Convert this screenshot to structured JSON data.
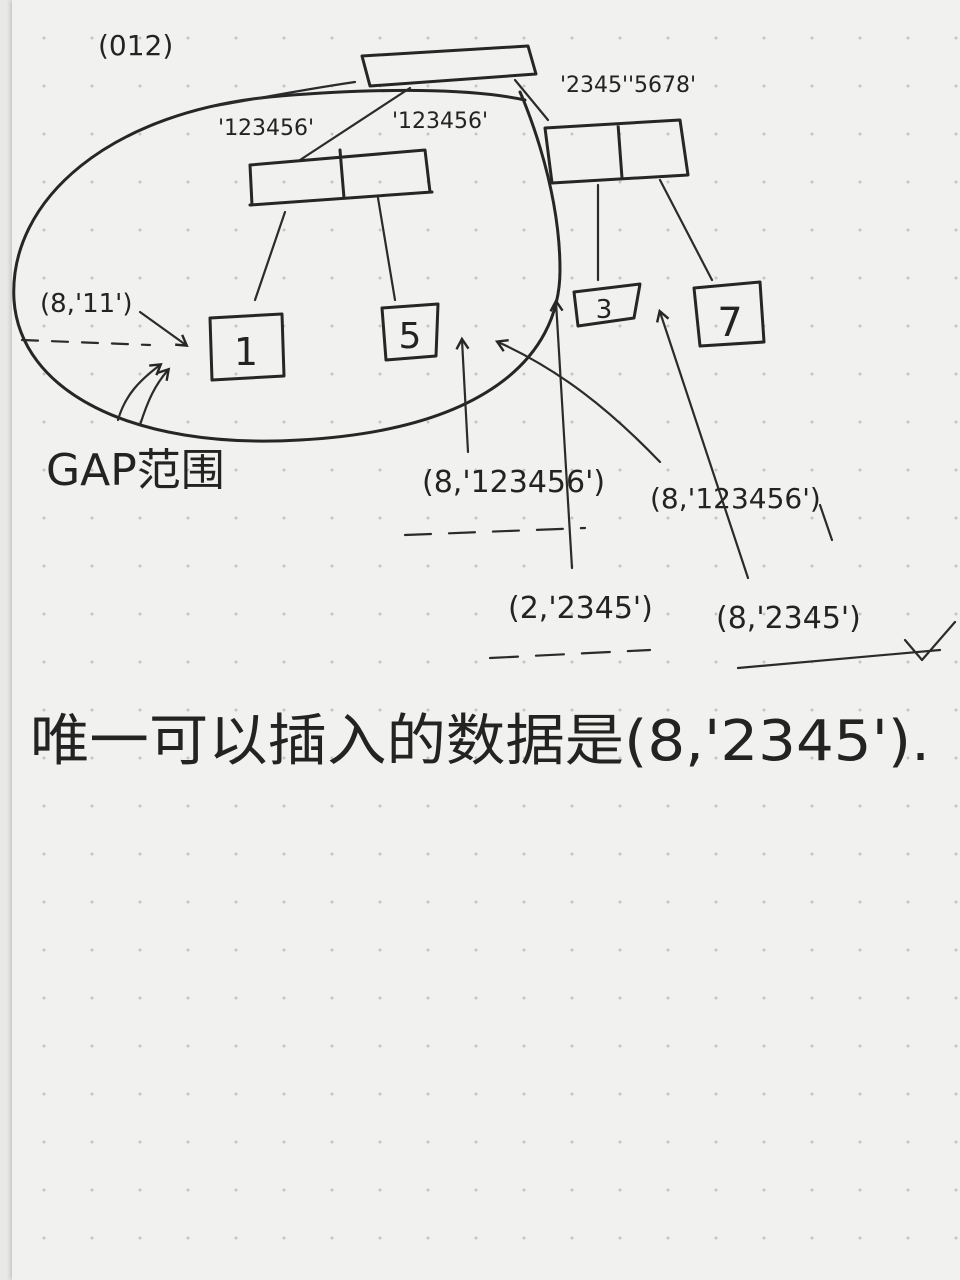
{
  "header_fragment": "(012)",
  "root_node": {
    "keys": [
      "'123456'",
      "'123456'"
    ]
  },
  "right_node": {
    "keys": [
      "'2345'",
      "'5678'"
    ]
  },
  "leaves": [
    "1",
    "5",
    "3",
    "7"
  ],
  "gap_label": "GAP范围",
  "left_entry": "(8,'11')",
  "insert_attempts": [
    "(8,'123456')",
    "(2,'2345')",
    "(8,'123456')",
    "(8,'2345')"
  ],
  "conclusion": "唯一可以插入的数据是(8,'2345').",
  "ink_color": "#262626"
}
